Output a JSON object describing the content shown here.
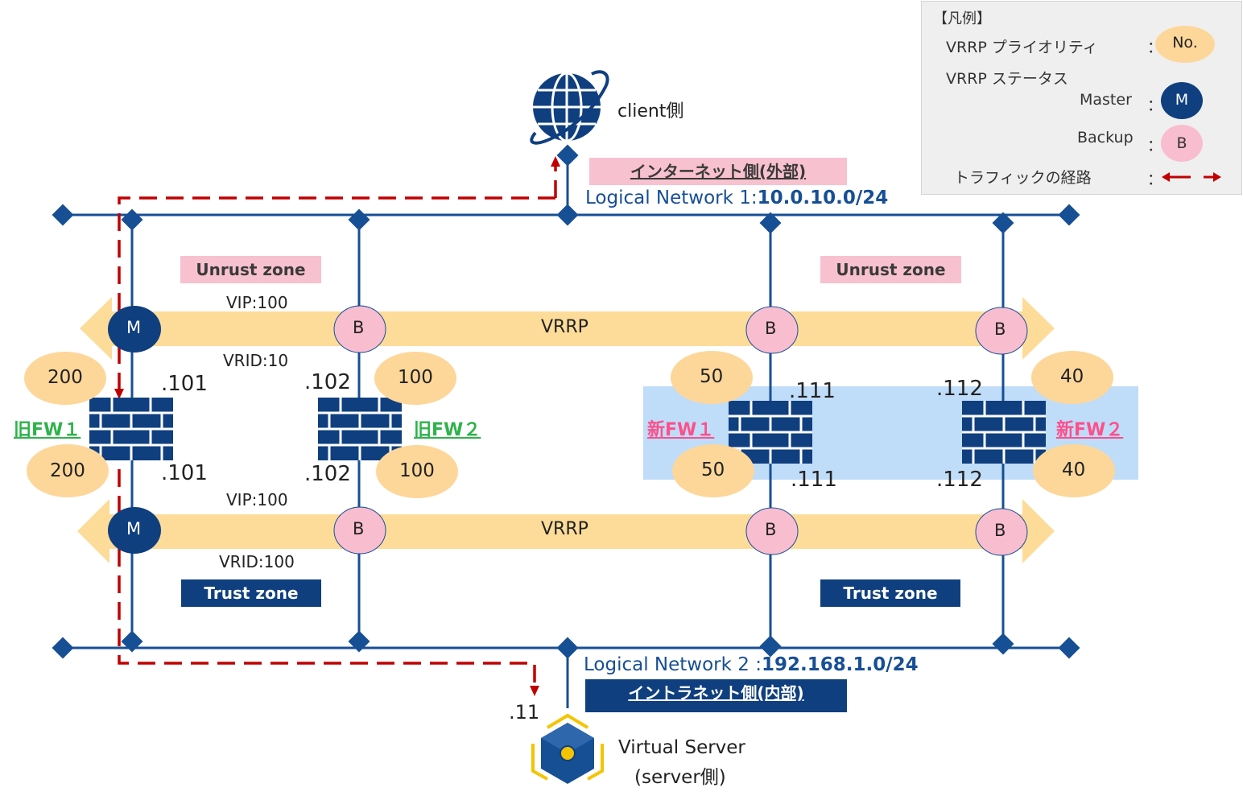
{
  "legend": {
    "title": "【凡例】",
    "priority_label": "VRRP プライオリティ",
    "priority_sample": "No.",
    "status_label": "VRRP ステータス",
    "master_label": "Master",
    "master_symbol": "M",
    "backup_label": "Backup",
    "backup_symbol": "B",
    "traffic_label": "トラフィックの経路",
    "colon": "："
  },
  "client": {
    "label": "client側",
    "icon": "globe-icon"
  },
  "external": {
    "tag": "インターネット側(外部)",
    "network_prefix": "Logical Network 1:",
    "network_cidr": "10.0.10.0/24"
  },
  "internal": {
    "tag": "イントラネット側(内部)",
    "network_prefix": "Logical Network 2 :",
    "network_cidr": "192.168.1.0/24"
  },
  "server": {
    "line1": "Virtual Server",
    "line2": "(server側)",
    "ip": ".11",
    "icon": "virtual-server-icon"
  },
  "zones": {
    "untrust_left": "Unrust zone",
    "untrust_right": "Unrust zone",
    "trust_left": "Trust zone",
    "trust_right": "Trust zone"
  },
  "vrrp_upper": {
    "label": "VRRP",
    "vip": "VIP:100",
    "vrid": "VRID:10"
  },
  "vrrp_lower": {
    "label": "VRRP",
    "vip": "VIP:100",
    "vrid": "VRID:100"
  },
  "firewalls": [
    {
      "name": "旧FW１",
      "kind": "old",
      "ip_upper": ".101",
      "ip_lower": ".101",
      "priority_upper": "200",
      "priority_lower": "200",
      "status_upper": "M",
      "status_lower": "M"
    },
    {
      "name": "旧FW２",
      "kind": "old",
      "ip_upper": ".102",
      "ip_lower": ".102",
      "priority_upper": "100",
      "priority_lower": "100",
      "status_upper": "B",
      "status_lower": "B"
    },
    {
      "name": "新FW１",
      "kind": "new",
      "ip_upper": ".111",
      "ip_lower": ".111",
      "priority_upper": "50",
      "priority_lower": "50",
      "status_upper": "B",
      "status_lower": "B"
    },
    {
      "name": "新FW２",
      "kind": "new",
      "ip_upper": ".112",
      "ip_lower": ".112",
      "priority_upper": "40",
      "priority_lower": "40",
      "status_upper": "B",
      "status_lower": "B"
    }
  ],
  "colors": {
    "navy": "#0f3f7f",
    "line": "#174f95",
    "vrrp_band": "#fddc9a",
    "priority": "#fdd79a",
    "backup": "#f9bdd0",
    "traffic": "#c00000",
    "new_fw_area": "#bfdcf8",
    "old_fw_name": "#2db34a",
    "new_fw_name": "#ff4f8b",
    "server_yellow": "#f5c400"
  }
}
